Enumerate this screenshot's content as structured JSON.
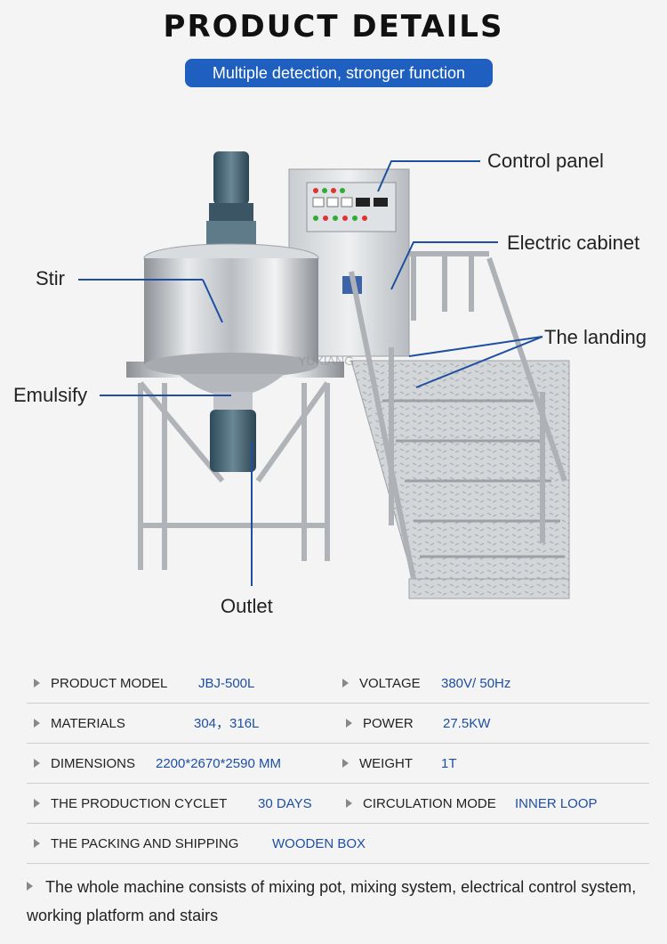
{
  "header": {
    "title": "PRODUCT DETAILS",
    "subtitle": "Multiple detection, stronger function"
  },
  "callouts": {
    "control_panel": "Control panel",
    "electric_cabinet": "Electric cabinet",
    "stir": "Stir",
    "the_landing": "The landing",
    "emulsify": "Emulsify",
    "outlet": "Outlet"
  },
  "machine": {
    "watermark": "YUXIANG"
  },
  "specs": [
    {
      "left_label": "PRODUCT MODEL",
      "left_value": "JBJ-500L",
      "right_label": "VOLTAGE",
      "right_value": "380V/ 50Hz"
    },
    {
      "left_label": "MATERIALS",
      "left_value": "304，316L",
      "right_label": "POWER",
      "right_value": "27.5KW"
    },
    {
      "left_label": "DIMENSIONS",
      "left_value": "2200*2670*2590 MM",
      "right_label": "WEIGHT",
      "right_value": "1T"
    },
    {
      "left_label": "THE PRODUCTION CYCLET",
      "left_value": "30 DAYS",
      "right_label": "CIRCULATION MODE",
      "right_value": "INNER LOOP"
    },
    {
      "left_label": "THE PACKING AND SHIPPING",
      "left_value": "WOODEN BOX",
      "right_label": "",
      "right_value": ""
    }
  ],
  "description": "The whole machine consists of mixing pot, mixing system, electrical control system, working platform and stairs",
  "colors": {
    "accent": "#1f5fbf",
    "value_text": "#1e4fa0",
    "callout_line": "#1e4fa0"
  }
}
